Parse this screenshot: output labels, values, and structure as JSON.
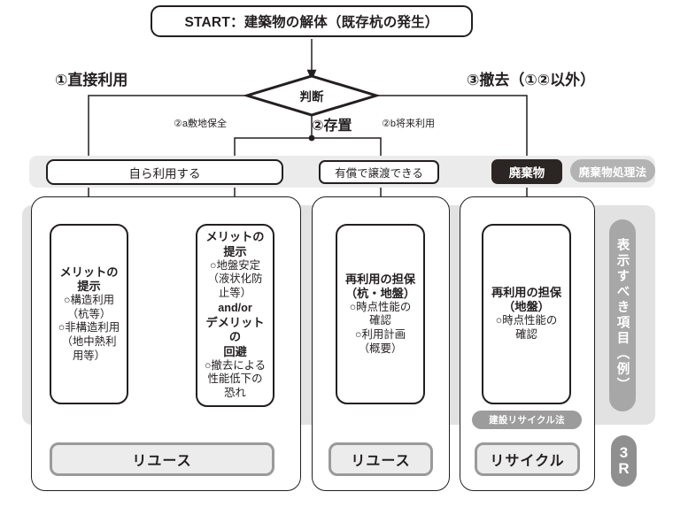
{
  "diagram": {
    "title_box": {
      "label": "START：建築物の解体（既存杭の発生）"
    },
    "decision": {
      "label": "判断"
    },
    "branches": {
      "b1_major": "①直接利用",
      "b2_major": "②存置",
      "b3_major": "③撤去（①②以外）",
      "b2a_minor": "②a敷地保全",
      "b2b_minor": "②b将来利用"
    },
    "row_boxes": [
      {
        "name": "self-use",
        "label": "自ら利用する"
      },
      {
        "name": "paid-transfer",
        "label": "有償で譲渡できる"
      },
      {
        "name": "waste",
        "label": "廃棄物"
      }
    ],
    "law_pills": [
      {
        "name": "waste-law",
        "label": "廃棄物処理法"
      },
      {
        "name": "construction-recycle-law",
        "label": "建設リサイクル法"
      }
    ],
    "detail_boxes": [
      {
        "name": "merit-structural",
        "lines": [
          {
            "style": "hd",
            "text": "メリットの"
          },
          {
            "style": "hd",
            "text": "提示"
          },
          {
            "style": "ln",
            "text": "○構造利用"
          },
          {
            "style": "ln",
            "text": "（杭等）"
          },
          {
            "style": "ln",
            "text": "○非構造利用"
          },
          {
            "style": "ln",
            "text": "（地中熱利"
          },
          {
            "style": "ln",
            "text": "用等）"
          }
        ]
      },
      {
        "name": "merit-ground",
        "lines": [
          {
            "style": "hd",
            "text": "メリットの"
          },
          {
            "style": "hd",
            "text": "提示"
          },
          {
            "style": "ln",
            "text": "○地盤安定"
          },
          {
            "style": "ln",
            "text": "（液状化防"
          },
          {
            "style": "ln",
            "text": "止等）"
          },
          {
            "style": "mid",
            "text": "and/or"
          },
          {
            "style": "hd",
            "text": "デメリットの"
          },
          {
            "style": "hd",
            "text": "回避"
          },
          {
            "style": "ln",
            "text": "○撤去による"
          },
          {
            "style": "ln",
            "text": "性能低下の"
          },
          {
            "style": "ln",
            "text": "恐れ"
          }
        ]
      },
      {
        "name": "reuse-guarantee-pile-ground",
        "lines": [
          {
            "style": "hd",
            "text": "再利用の担保"
          },
          {
            "style": "hd",
            "text": "（杭・地盤）"
          },
          {
            "style": "ln",
            "text": "○時点性能の"
          },
          {
            "style": "ln",
            "text": "確認"
          },
          {
            "style": "ln",
            "text": "○利用計画"
          },
          {
            "style": "ln",
            "text": "（概要）"
          }
        ]
      },
      {
        "name": "reuse-guarantee-ground",
        "lines": [
          {
            "style": "hd",
            "text": "再利用の担保"
          },
          {
            "style": "hd",
            "text": "（地盤）"
          },
          {
            "style": "ln",
            "text": "○時点性能の"
          },
          {
            "style": "ln",
            "text": "確認"
          }
        ]
      }
    ],
    "outcomes": [
      {
        "name": "reuse-left",
        "label": "リユース"
      },
      {
        "name": "reuse-middle",
        "label": "リユース"
      },
      {
        "name": "recycle-right",
        "label": "リサイクル"
      }
    ],
    "side_label": {
      "text": "表示すべき項目（例）"
    },
    "badge": {
      "line1": "3",
      "line2": "R"
    },
    "colors": {
      "ink": "#231f20",
      "gray_band": "#ebebeb",
      "gray_panel": "#e2e2e2",
      "pill_gray": "#b3b3b3",
      "outcome_fill": "#ececec",
      "outcome_border": "#9a9a9a",
      "waste_fill": "#2b2523"
    }
  }
}
